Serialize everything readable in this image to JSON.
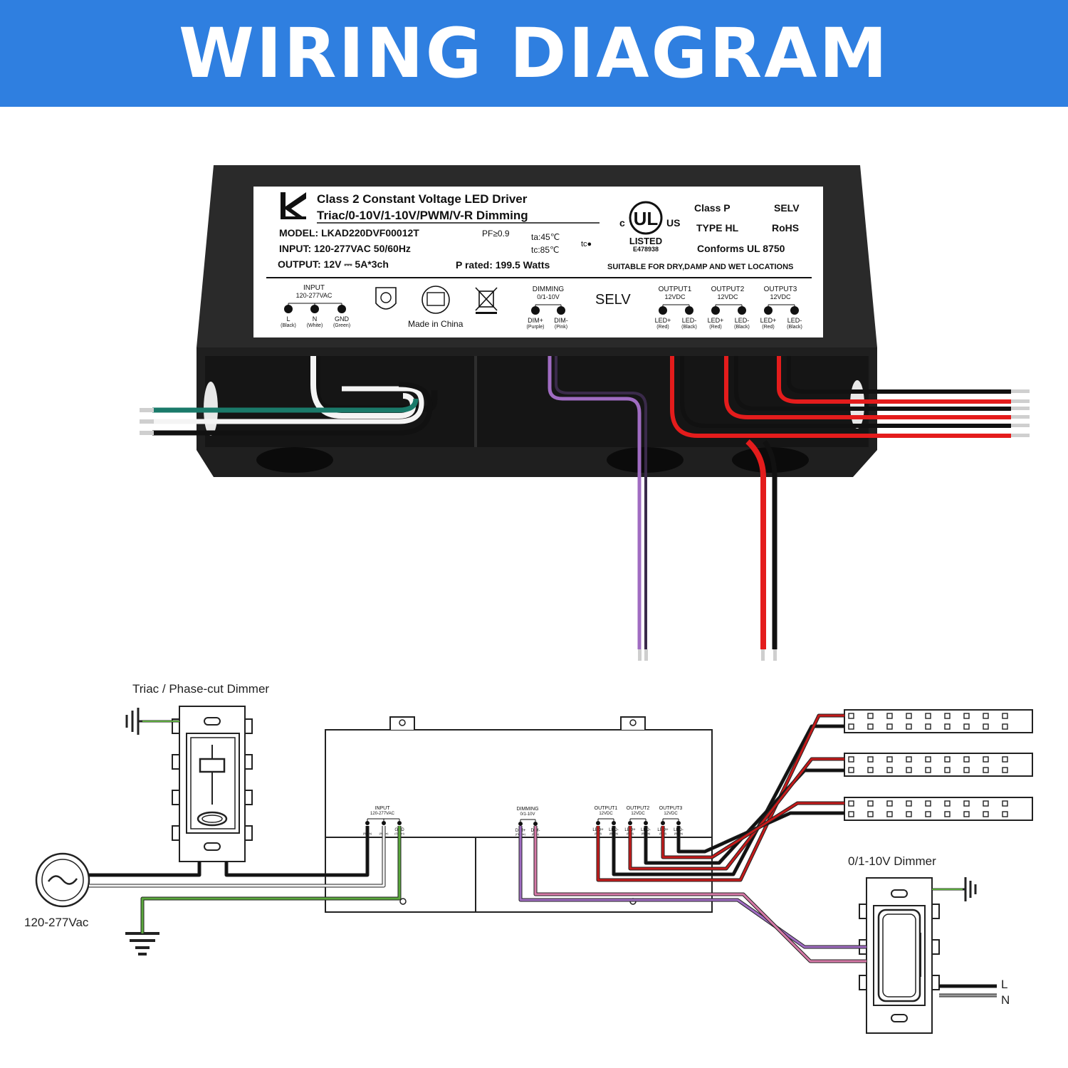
{
  "banner": {
    "title": "WIRING DIAGRAM"
  },
  "colors": {
    "banner": "#2f7fe0",
    "wire_black": "#111111",
    "wire_white": "#f4f4f4",
    "wire_green": "#1a7a6a",
    "wire_green_schematic": "#5aa83c",
    "wire_red": "#e41c1c",
    "wire_purple": "#a06cc2",
    "wire_pink": "#d77aa8",
    "housing": "#2a2a2a"
  },
  "label": {
    "title1": "Class 2 Constant Voltage LED Driver",
    "title2": "Triac/0-10V/1-10V/PWM/V-R Dimming",
    "model": "MODEL: LKAD220DVF00012T",
    "pf": "PF≥0.9",
    "ta": "ta:45℃",
    "tc": "tc:85℃",
    "tc_point": "tc●",
    "input": "INPUT: 120-277VAC  50/60Hz",
    "output": "OUTPUT: 12V ⎓ 5A*3ch",
    "rated": "P rated: 199.5 Watts",
    "ul_c": "c",
    "ul_mark": "UL",
    "ul_us": "US",
    "ul_listed": "LISTED",
    "ul_file": "E478938",
    "class_p": "Class P",
    "selv_top": "SELV",
    "type_hl": "TYPE HL",
    "rohs": "RoHS",
    "conforms": "Conforms UL 8750",
    "suitable": "SUITABLE FOR DRY,DAMP AND WET LOCATIONS",
    "made_in": "Made in China",
    "selv_mid": "SELV",
    "input_group": {
      "title": "INPUT",
      "sub": "120-277VAC",
      "pins": [
        [
          "L",
          "(Black)"
        ],
        [
          "N",
          "(White)"
        ],
        [
          "GND",
          "(Green)"
        ]
      ]
    },
    "dimming_group": {
      "title": "DIMMING",
      "sub": "0/1-10V",
      "pins": [
        [
          "DIM+",
          "(Purple)"
        ],
        [
          "DIM-",
          "(Pink)"
        ]
      ]
    },
    "outputs": [
      {
        "title": "OUTPUT1",
        "sub": "12VDC",
        "pins": [
          [
            "LED+",
            "(Red)"
          ],
          [
            "LED-",
            "(Black)"
          ]
        ]
      },
      {
        "title": "OUTPUT2",
        "sub": "12VDC",
        "pins": [
          [
            "LED+",
            "(Red)"
          ],
          [
            "LED-",
            "(Black)"
          ]
        ]
      },
      {
        "title": "OUTPUT3",
        "sub": "12VDC",
        "pins": [
          [
            "LED+",
            "(Red)"
          ],
          [
            "LED-",
            "(Black)"
          ]
        ]
      }
    ]
  },
  "schematic": {
    "triac_label": "Triac / Phase-cut Dimmer",
    "source_label": "120-277Vac",
    "dimmer_label": "0/1-10V Dimmer",
    "line_label": "L",
    "neutral_label": "N",
    "input_group": {
      "title": "INPUT",
      "sub": "120-277VAC",
      "pins": [
        [
          "L",
          "(Black)"
        ],
        [
          "N",
          "(White)"
        ],
        [
          "GND",
          "(Green)"
        ]
      ]
    },
    "dimming_group": {
      "title": "DIMMING",
      "sub": "0/1-10V",
      "pins": [
        [
          "DIM+",
          "(Purple)"
        ],
        [
          "DIM-",
          "(Pink)"
        ]
      ]
    },
    "outputs": [
      {
        "title": "OUTPUT1",
        "sub": "12VDC",
        "pins": [
          [
            "LED+",
            "(Red)"
          ],
          [
            "LED-",
            "(Black)"
          ]
        ]
      },
      {
        "title": "OUTPUT2",
        "sub": "12VDC",
        "pins": [
          [
            "LED+",
            "(Red)"
          ],
          [
            "LED-",
            "(Black)"
          ]
        ]
      },
      {
        "title": "OUTPUT3",
        "sub": "12VDC",
        "pins": [
          [
            "LED+",
            "(Red)"
          ],
          [
            "LED-",
            "(Black)"
          ]
        ]
      }
    ]
  }
}
